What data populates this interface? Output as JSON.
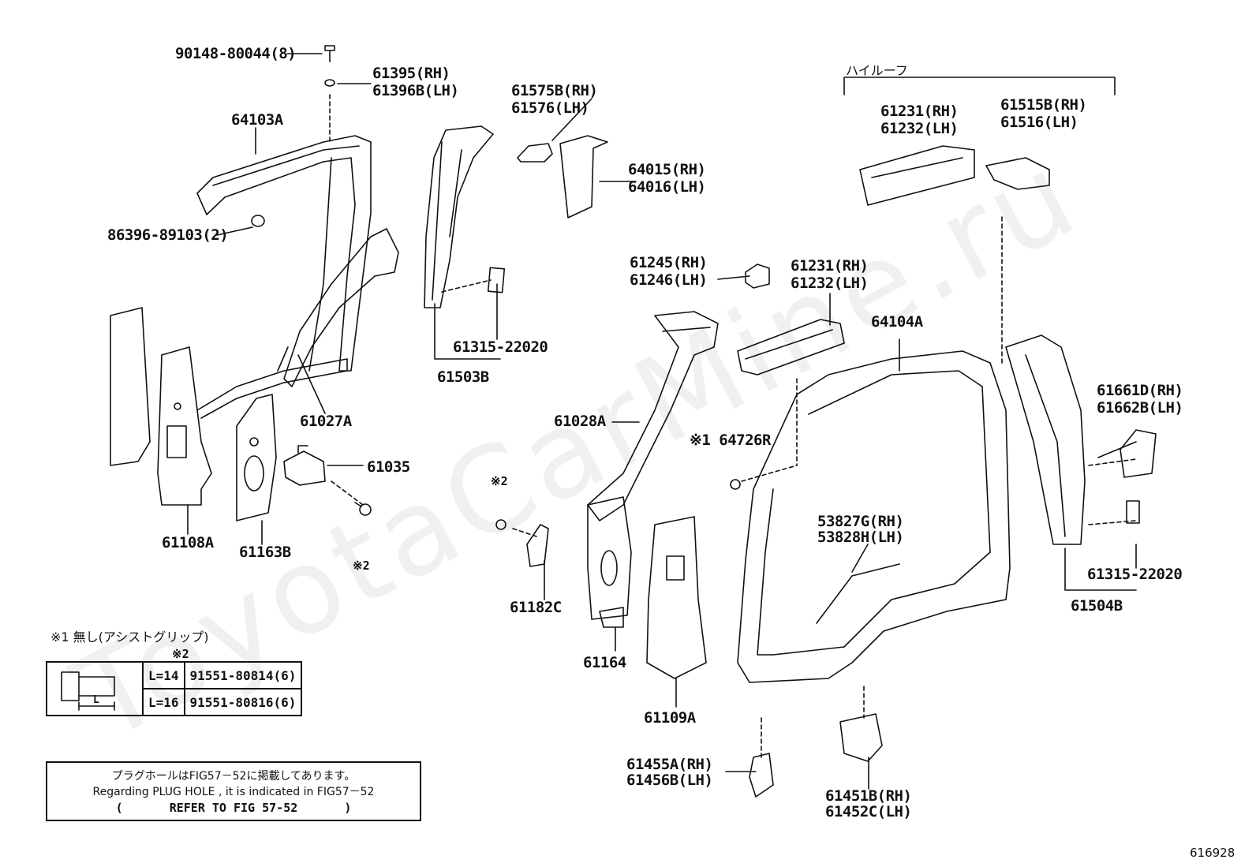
{
  "watermark": "ToyotaCarMine.ru",
  "figure_id": "616928",
  "group_label": "ハイルーフ",
  "parts": {
    "p90148": "90148-80044(8)",
    "p61395": "61395(RH)",
    "p61396": "61396B(LH)",
    "p64103": "64103A",
    "p86396": "86396-89103(2)",
    "p61575": "61575B(RH)",
    "p61576": "61576(LH)",
    "p64015": "64015(RH)",
    "p64016": "64016(LH)",
    "p61315a": "61315-22020",
    "p61503": "61503B",
    "p61027": "61027A",
    "p61035": "61035",
    "p61108": "61108A",
    "p61163": "61163B",
    "mark2a": "※2",
    "mark2b": "※2",
    "p61182": "61182C",
    "p61231a": "61231(RH)",
    "p61232a": "61232(LH)",
    "p61515": "61515B(RH)",
    "p61516": "61516(LH)",
    "p61245": "61245(RH)",
    "p61246": "61246(LH)",
    "p61231b": "61231(RH)",
    "p61232b": "61232(LH)",
    "p64104": "64104A",
    "p61028": "61028A",
    "p64726": "※1 64726R",
    "p61661": "61661D(RH)",
    "p61662": "61662B(LH)",
    "p53827": "53827G(RH)",
    "p53828": "53828H(LH)",
    "p61315b": "61315-22020",
    "p61504": "61504B",
    "p61164": "61164",
    "p61109": "61109A",
    "p61455": "61455A(RH)",
    "p61456": "61456B(LH)",
    "p61451": "61451B(RH)",
    "p61452": "61452C(LH)"
  },
  "legend": {
    "note1": "※1 無し(アシストグリップ)",
    "note2": "※2",
    "rows": [
      {
        "length": "L=14",
        "part": "91551-80814(6)"
      },
      {
        "length": "L=16",
        "part": "91551-80816(6)"
      }
    ],
    "dim_label": "L"
  },
  "plug_note": {
    "line1": "プラグホールはFIG57－52に掲載してあります。",
    "line2": "Regarding  PLUG HOLE , it is indicated in FIG57－52",
    "line3_open": "(",
    "line3_text": "REFER TO FIG 57-52",
    "line3_close": ")"
  }
}
